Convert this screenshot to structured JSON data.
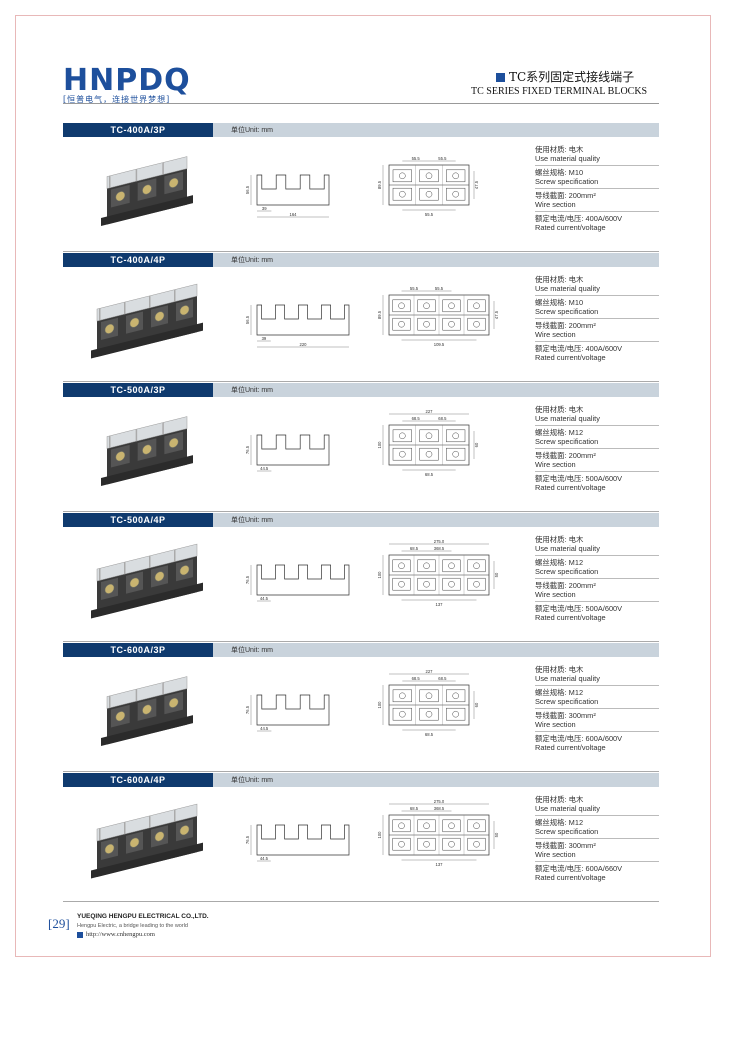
{
  "header": {
    "logo": "HNPDQ",
    "tagline": "[恒普电气，连接世界梦想]",
    "title_cn": "TC系列固定式接线端子",
    "title_en": "TC SERIES FIXED TERMINAL BLOCKS"
  },
  "unit_label": "单位Unit: mm",
  "spec_labels": {
    "material_cn": "使用材质: 电木",
    "material_en": "Use material quality",
    "screw_cn_prefix": "螺丝规格: ",
    "screw_en": "Screw specification",
    "wire_cn_prefix": "导线截面: ",
    "wire_en": "Wire section",
    "rated_cn_prefix": "额定电流/电压: ",
    "rated_en": "Rated current/voltage"
  },
  "sections": [
    {
      "model": "TC-400A/3P",
      "poles": 3,
      "screw": "M10",
      "wire": "200mm²",
      "rated": "400A/600V",
      "side_dims": {
        "h": "56.5",
        "pitch": "39",
        "w": "164"
      },
      "top_dims": {
        "p1": "55.5",
        "p2": "55.5",
        "w": "",
        "h": "89.5",
        "h2": "47.5",
        "b": "55.5"
      }
    },
    {
      "model": "TC-400A/4P",
      "poles": 4,
      "screw": "M10",
      "wire": "200mm²",
      "rated": "400A/600V",
      "side_dims": {
        "h": "56.5",
        "pitch": "39",
        "w": "220"
      },
      "top_dims": {
        "p1": "55.5",
        "p2": "55.5",
        "w": "",
        "h": "89.5",
        "h2": "47.5",
        "b": "109.5"
      }
    },
    {
      "model": "TC-500A/3P",
      "poles": 3,
      "screw": "M12",
      "wire": "200mm²",
      "rated": "500A/600V",
      "side_dims": {
        "h": "76.5",
        "pitch": "44.5",
        "w": ""
      },
      "top_dims": {
        "p1": "68.5",
        "p2": "68.5",
        "w": "227",
        "h": "100",
        "h2": "60",
        "b": "68.5"
      }
    },
    {
      "model": "TC-500A/4P",
      "poles": 4,
      "screw": "M12",
      "wire": "200mm²",
      "rated": "500A/600V",
      "side_dims": {
        "h": "76.5",
        "pitch": "44.5",
        "w": ""
      },
      "top_dims": {
        "p1": "68.5",
        "p2": "368.5",
        "w": "275.0",
        "h": "100",
        "h2": "50",
        "b": "137"
      }
    },
    {
      "model": "TC-600A/3P",
      "poles": 3,
      "screw": "M12",
      "wire": "300mm²",
      "rated": "600A/600V",
      "side_dims": {
        "h": "76.5",
        "pitch": "44.5",
        "w": ""
      },
      "top_dims": {
        "p1": "68.5",
        "p2": "68.5",
        "w": "227",
        "h": "100",
        "h2": "60",
        "b": "68.5"
      }
    },
    {
      "model": "TC-600A/4P",
      "poles": 4,
      "screw": "M12",
      "wire": "300mm²",
      "rated": "600A/660V",
      "side_dims": {
        "h": "76.5",
        "pitch": "44.5",
        "w": ""
      },
      "top_dims": {
        "p1": "68.5",
        "p2": "368.5",
        "w": "275.0",
        "h": "100",
        "h2": "50",
        "b": "137"
      }
    }
  ],
  "footer": {
    "page": "[29]",
    "company": "YUEQING HENGPU ELECTRICAL CO.,LTD.",
    "slogan": "Hengpu Electric, a bridge leading to the world",
    "url": "http://www.cnhengpu.com"
  }
}
